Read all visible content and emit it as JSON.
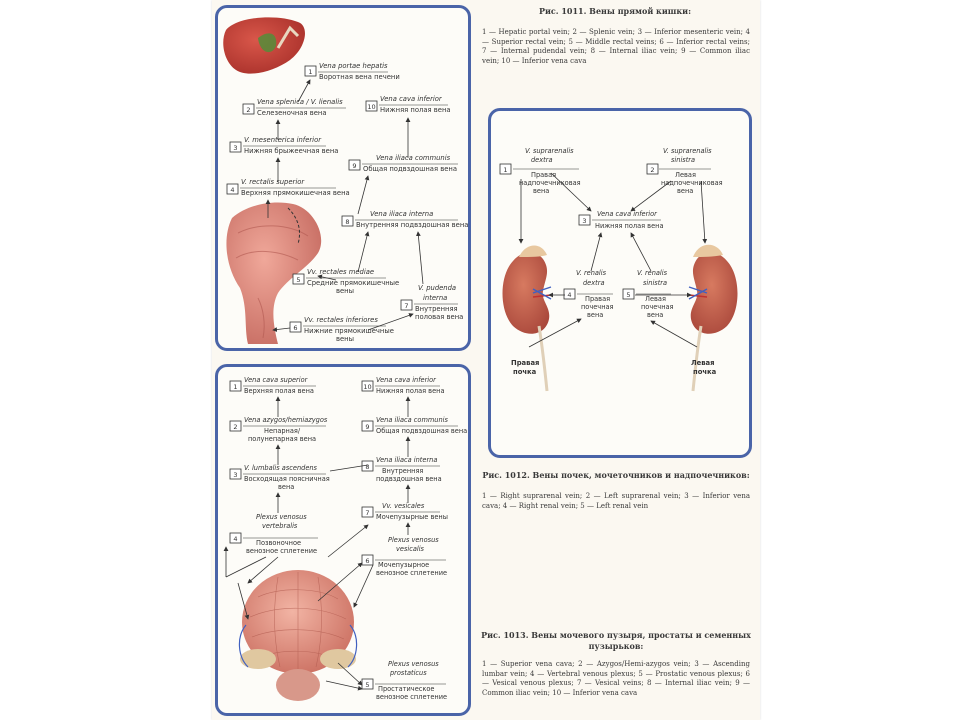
{
  "fig1011": {
    "caption_title": "Рис. 1011. Вены прямой кишки:",
    "caption_body": "1 — Hepatic portal vein; 2 — Splenic vein; 3 — Inferior mesenteric vein; 4 — Superior rectal vein; 5 — Middle rectal veins; 6 — Inferior rectal veins; 7 — Internal pudendal vein; 8 — Internal iliac vein; 9 — Common iliac vein; 10 — Inferior vena cava",
    "labels": {
      "l1_lat": "Vena portae hepatis",
      "l1_ru": "Воротная вена печени",
      "l2_lat": "Vena splenica / V. lienalis",
      "l2_ru": "Селезеночная вена",
      "l3_lat": "V. mesenterica inferior",
      "l3_ru": "Нижняя брыжеечная вена",
      "l4_lat": "V. rectalis superior",
      "l4_ru": "Верхняя прямокишечная вена",
      "l5_lat": "Vv. rectales mediae",
      "l5_ru1": "Средние прямокишечные",
      "l5_ru2": "вены",
      "l6_lat": "Vv. rectales inferiores",
      "l6_ru1": "Нижние прямокишечные",
      "l6_ru2": "вены",
      "l7_lat1": "V. pudenda",
      "l7_lat2": "interna",
      "l7_ru1": "Внутренняя",
      "l7_ru2": "половая вена",
      "l8_lat": "Vena iliaca interna",
      "l8_ru": "Внутренняя подвздошная вена",
      "l9_lat": "Vena iliaca communis",
      "l9_ru": "Общая подвздошная вена",
      "l10_lat": "Vena cava inferior",
      "l10_ru": "Нижняя полая вена"
    }
  },
  "fig1012": {
    "caption_title": "Рис. 1012. Вены почек, мочеточников и надпочечников:",
    "caption_body": "1 — Right suprarenal vein; 2 — Left suprarenal vein; 3 — Inferior vena cava; 4 — Right renal vein; 5 — Left renal vein",
    "labels": {
      "l1_lat1": "V. suprarenalis",
      "l1_lat2": "dextra",
      "l1_ru1": "Правая",
      "l1_ru2": "надпочечниковая",
      "l1_ru3": "вена",
      "l2_lat1": "V. suprarenalis",
      "l2_lat2": "sinistra",
      "l2_ru1": "Левая",
      "l2_ru2": "надпочечниковая",
      "l2_ru3": "вена",
      "l3_lat": "Vena cava inferior",
      "l3_ru": "Нижняя полая вена",
      "l4_lat1": "V. renalis",
      "l4_lat2": "dextra",
      "l4_ru1": "Правая",
      "l4_ru2": "почечная",
      "l4_ru3": "вена",
      "l5_lat1": "V. renalis",
      "l5_lat2": "sinistra",
      "l5_ru1": "Левая",
      "l5_ru2": "почечная",
      "l5_ru3": "вена",
      "right_kidney1": "Правая",
      "right_kidney2": "почка",
      "left_kidney1": "Левая",
      "left_kidney2": "почка"
    }
  },
  "fig1013": {
    "caption_title1": "Рис. 1013. Вены мочевого пузыря, простаты и семенных",
    "caption_title2": "пузырьков:",
    "caption_body": "1 — Superior vena cava; 2 — Azygos/Hemi-azygos vein; 3 — Ascending lumbar vein; 4 — Vertebral venous plexus; 5 — Prostatic venous plexus; 6 — Vesical venous plexus; 7 — Vesical veins; 8 — Internal iliac vein; 9 — Common iliac vein; 10 — Inferior vena cava",
    "labels": {
      "l1_lat": "Vena cava superior",
      "l1_ru": "Верхняя полая вена",
      "l2_lat": "Vena azygos/hemiazygos",
      "l2_ru1": "Непарная/",
      "l2_ru2": "полунепарная вена",
      "l3_lat": "V. lumbalis ascendens",
      "l3_ru1": "Восходящая поясничная",
      "l3_ru2": "вена",
      "l4_lat1": "Plexus venosus",
      "l4_lat2": "vertebralis",
      "l4_ru1": "Позвоночное",
      "l4_ru2": "венозное сплетение",
      "l5_lat1": "Plexus venosus",
      "l5_lat2": "prostaticus",
      "l5_ru1": "Простатическое",
      "l5_ru2": "венозное сплетение",
      "l6_lat1": "Plexus venosus",
      "l6_lat2": "vesicalis",
      "l6_ru1": "Мочепузырное",
      "l6_ru2": "венозное сплетение",
      "l7_lat": "Vv. vesicales",
      "l7_ru": "Мочепузырные вены",
      "l8_lat": "Vena iliaca interna",
      "l8_ru1": "Внутренняя",
      "l8_ru2": "подвздошная вена",
      "l9_lat": "Vena iliaca communis",
      "l9_ru": "Общая подвздошная вена",
      "l10_lat": "Vena cava inferior",
      "l10_ru": "Нижняя полая вена"
    }
  }
}
